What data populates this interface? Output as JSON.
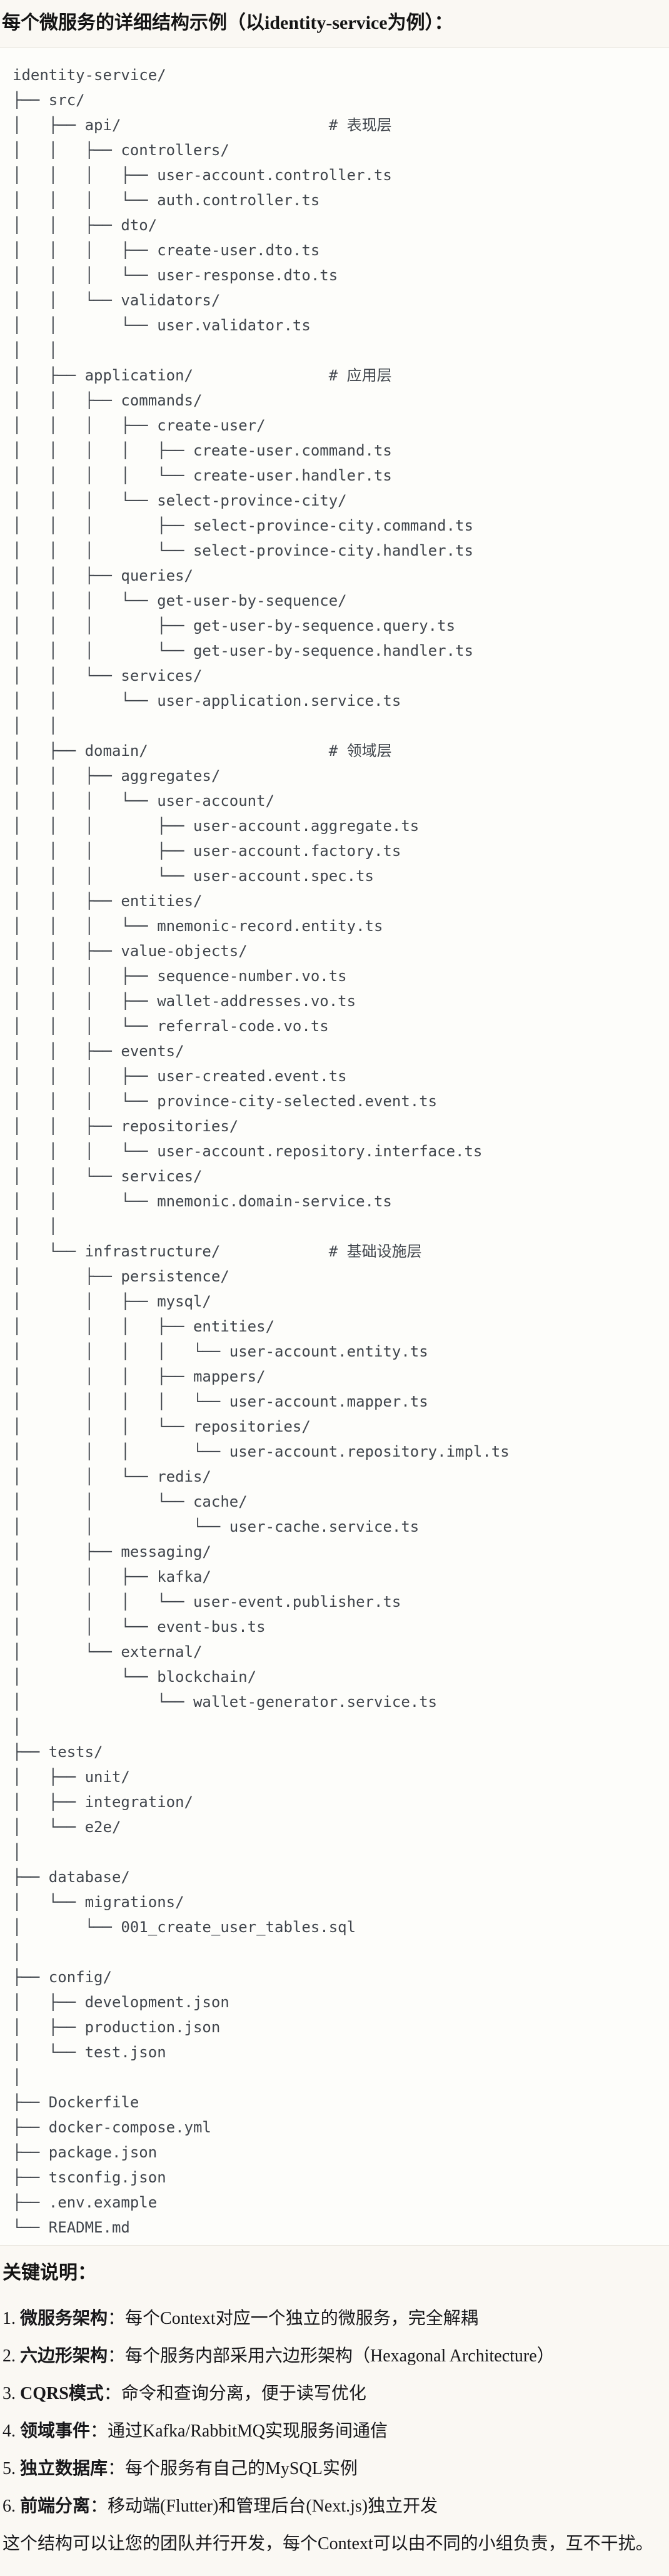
{
  "title": "每个微服务的详细结构示例（以identity-service为例）：",
  "tree": {
    "lines": [
      "identity-service/",
      "├── src/",
      "│   ├── api/                       # 表现层",
      "│   │   ├── controllers/",
      "│   │   │   ├── user-account.controller.ts",
      "│   │   │   └── auth.controller.ts",
      "│   │   ├── dto/",
      "│   │   │   ├── create-user.dto.ts",
      "│   │   │   └── user-response.dto.ts",
      "│   │   └── validators/",
      "│   │       └── user.validator.ts",
      "│   │",
      "│   ├── application/               # 应用层",
      "│   │   ├── commands/",
      "│   │   │   ├── create-user/",
      "│   │   │   │   ├── create-user.command.ts",
      "│   │   │   │   └── create-user.handler.ts",
      "│   │   │   └── select-province-city/",
      "│   │   │       ├── select-province-city.command.ts",
      "│   │   │       └── select-province-city.handler.ts",
      "│   │   ├── queries/",
      "│   │   │   └── get-user-by-sequence/",
      "│   │   │       ├── get-user-by-sequence.query.ts",
      "│   │   │       └── get-user-by-sequence.handler.ts",
      "│   │   └── services/",
      "│   │       └── user-application.service.ts",
      "│   │",
      "│   ├── domain/                    # 领域层",
      "│   │   ├── aggregates/",
      "│   │   │   └── user-account/",
      "│   │   │       ├── user-account.aggregate.ts",
      "│   │   │       ├── user-account.factory.ts",
      "│   │   │       └── user-account.spec.ts",
      "│   │   ├── entities/",
      "│   │   │   └── mnemonic-record.entity.ts",
      "│   │   ├── value-objects/",
      "│   │   │   ├── sequence-number.vo.ts",
      "│   │   │   ├── wallet-addresses.vo.ts",
      "│   │   │   └── referral-code.vo.ts",
      "│   │   ├── events/",
      "│   │   │   ├── user-created.event.ts",
      "│   │   │   └── province-city-selected.event.ts",
      "│   │   ├── repositories/",
      "│   │   │   └── user-account.repository.interface.ts",
      "│   │   └── services/",
      "│   │       └── mnemonic.domain-service.ts",
      "│   │",
      "│   └── infrastructure/            # 基础设施层",
      "│       ├── persistence/",
      "│       │   ├── mysql/",
      "│       │   │   ├── entities/",
      "│       │   │   │   └── user-account.entity.ts",
      "│       │   │   ├── mappers/",
      "│       │   │   │   └── user-account.mapper.ts",
      "│       │   │   └── repositories/",
      "│       │   │       └── user-account.repository.impl.ts",
      "│       │   └── redis/",
      "│       │       └── cache/",
      "│       │           └── user-cache.service.ts",
      "│       ├── messaging/",
      "│       │   ├── kafka/",
      "│       │   │   └── user-event.publisher.ts",
      "│       │   └── event-bus.ts",
      "│       └── external/",
      "│           └── blockchain/",
      "│               └── wallet-generator.service.ts",
      "│",
      "├── tests/",
      "│   ├── unit/",
      "│   ├── integration/",
      "│   └── e2e/",
      "│",
      "├── database/",
      "│   └── migrations/",
      "│       └── 001_create_user_tables.sql",
      "│",
      "├── config/",
      "│   ├── development.json",
      "│   ├── production.json",
      "│   └── test.json",
      "│",
      "├── Dockerfile",
      "├── docker-compose.yml",
      "├── package.json",
      "├── tsconfig.json",
      "├── .env.example",
      "└── README.md"
    ]
  },
  "notes": {
    "heading": "关键说明：",
    "items": [
      {
        "num": "1.",
        "label": "微服务架构",
        "sep": "：",
        "text": "每个Context对应一个独立的微服务，完全解耦"
      },
      {
        "num": "2.",
        "label": "六边形架构",
        "sep": "：",
        "text": "每个服务内部采用六边形架构（Hexagonal Architecture）"
      },
      {
        "num": "3.",
        "label": "CQRS模式",
        "sep": "：",
        "text": "命令和查询分离，便于读写优化"
      },
      {
        "num": "4.",
        "label": "领域事件",
        "sep": "：",
        "text": "通过Kafka/RabbitMQ实现服务间通信"
      },
      {
        "num": "5.",
        "label": "独立数据库",
        "sep": "：",
        "text": "每个服务有自己的MySQL实例"
      },
      {
        "num": "6.",
        "label": "前端分离",
        "sep": "：",
        "text": "移动端(Flutter)和管理后台(Next.js)独立开发"
      }
    ],
    "closing": "这个结构可以让您的团队并行开发，每个Context可以由不同的小组负责，互不干扰。"
  },
  "colors": {
    "page_bg": "#faf8f3",
    "code_bg": "#fdfdfa",
    "border": "#e7e4dc",
    "code_text": "#40454c",
    "body_text": "#17171a"
  }
}
